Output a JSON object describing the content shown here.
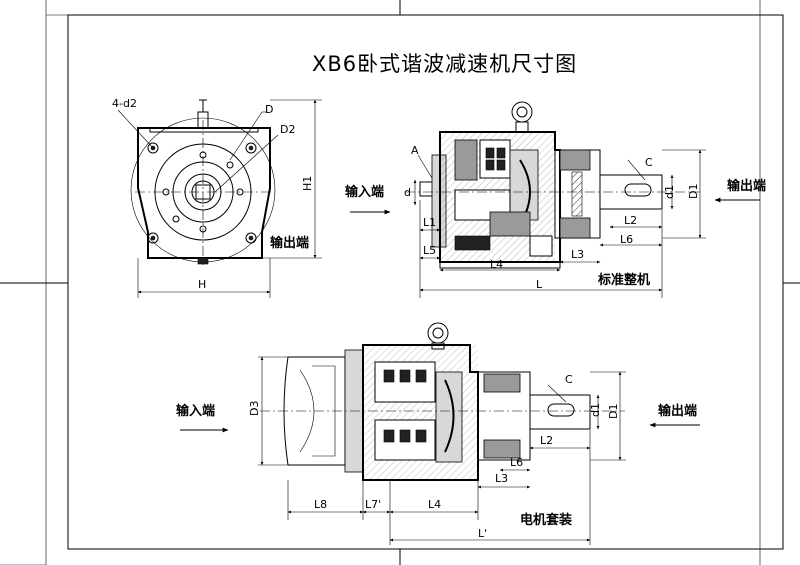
{
  "title": "XB6卧式谐波减速机尺寸图",
  "front_view": {
    "label_4d2": "4-d2",
    "label_D": "D",
    "label_D2": "D2",
    "label_H1": "H1",
    "label_H": "H",
    "output_port": "输出端"
  },
  "side_view": {
    "label_A": "A",
    "label_d": "d",
    "label_L1": "L1",
    "label_L5": "L5",
    "label_L4": "L4",
    "label_L": "L",
    "label_L3": "L3",
    "label_L6": "L6",
    "label_L2": "L2",
    "label_C": "C",
    "label_d1": "d1",
    "label_D1": "D1",
    "input_port": "输入端",
    "output_port": "输出端",
    "caption": "标准整机"
  },
  "motor_view": {
    "label_D3": "D3",
    "label_L8": "L8",
    "label_L7": "L7'",
    "label_L4": "L4",
    "label_Lprime": "L'",
    "label_L3": "L3",
    "label_L6": "L6",
    "label_L2": "L2",
    "label_C": "C",
    "label_d1": "d1",
    "label_D1": "D1",
    "input_port": "输入端",
    "output_port": "输出端",
    "caption": "电机套装"
  }
}
